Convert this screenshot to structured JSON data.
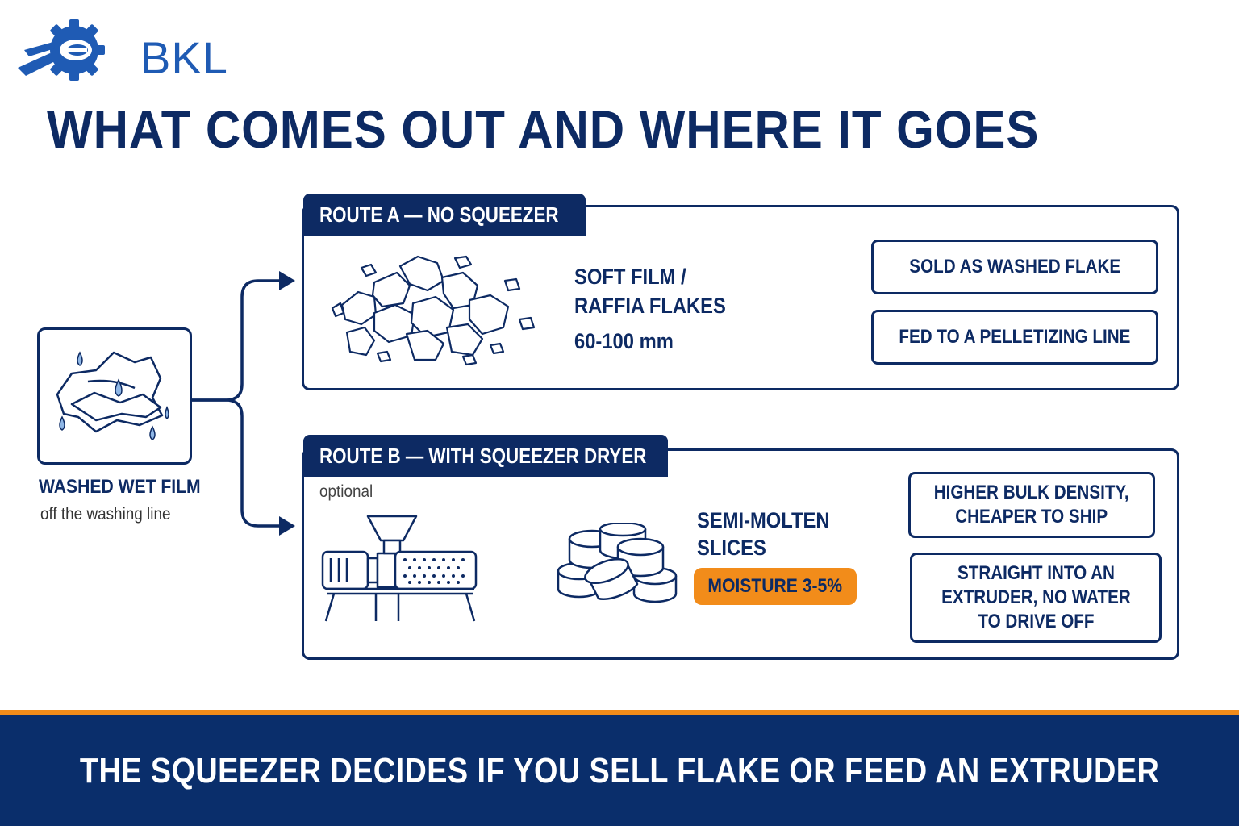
{
  "brand": {
    "name": "BKL",
    "color": "#1f5bb4"
  },
  "title": "WHAT COMES OUT AND WHERE IT GOES",
  "source": {
    "title": "WASHED WET FILM",
    "subtitle": "off the washing line",
    "icon": "wet-film-icon"
  },
  "route_a": {
    "tag": "ROUTE A — NO SQUEEZER",
    "product_line1": "SOFT FILM /",
    "product_line2": "RAFFIA FLAKES",
    "size": "60-100 mm",
    "icon": "flakes-icon",
    "outputs": [
      "SOLD AS WASHED FLAKE",
      "FED TO A PELLETIZING LINE"
    ]
  },
  "route_b": {
    "tag": "ROUTE B — WITH SQUEEZER DRYER",
    "optional": "optional",
    "product_line1": "SEMI-MOLTEN",
    "product_line2": "SLICES",
    "moisture": "MOISTURE 3-5%",
    "machine_icon": "squeezer-dryer-icon",
    "slices_icon": "slices-icon",
    "outputs": [
      "HIGHER BULK DENSITY,\nCHEAPER TO SHIP",
      "STRAIGHT INTO AN\nEXTRUDER, NO WATER\nTO DRIVE OFF"
    ]
  },
  "footer": "THE SQUEEZER DECIDES IF YOU SELL FLAKE OR FEED AN EXTRUDER",
  "colors": {
    "navy": "#0d2a63",
    "orange": "#f28c1a",
    "footer_bg": "#0a2e6b"
  }
}
